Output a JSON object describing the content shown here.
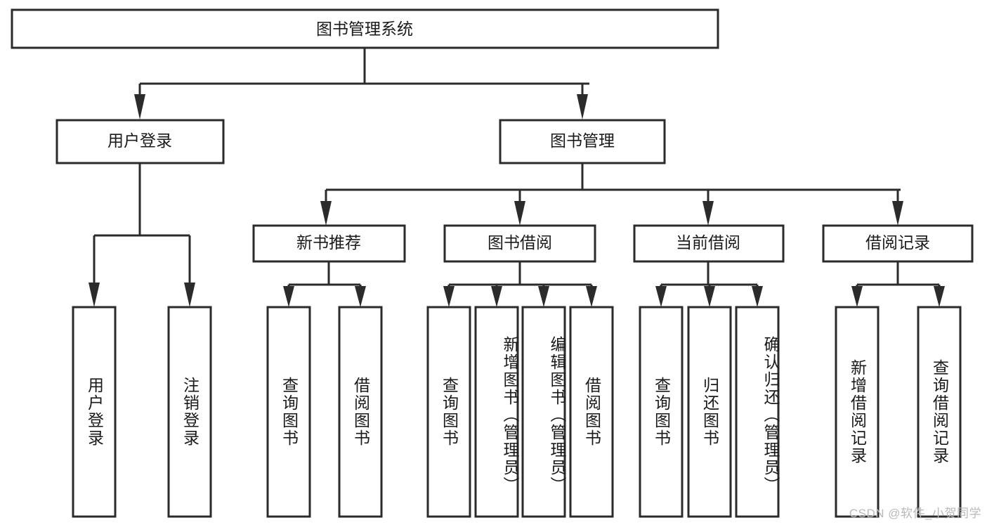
{
  "diagram": {
    "title": "图书管理系统",
    "type": "hierarchy-tree",
    "root": {
      "id": "root",
      "label": "图书管理系统"
    },
    "level2": [
      {
        "id": "user-login",
        "label": "用户登录"
      },
      {
        "id": "book-manage",
        "label": "图书管理"
      }
    ],
    "level3": [
      {
        "id": "new-book-recommend",
        "label": "新书推荐",
        "parent": "book-manage"
      },
      {
        "id": "book-borrow",
        "label": "图书借阅",
        "parent": "book-manage"
      },
      {
        "id": "current-borrow",
        "label": "当前借阅",
        "parent": "book-manage"
      },
      {
        "id": "borrow-record",
        "label": "借阅记录",
        "parent": "book-manage"
      }
    ],
    "leaves": [
      {
        "id": "leaf-user-login",
        "label": "用户登录",
        "parent": "user-login"
      },
      {
        "id": "leaf-user-logout",
        "label": "注销登录",
        "parent": "user-login"
      },
      {
        "id": "leaf-query-book-1",
        "label": "查询图书",
        "parent": "new-book-recommend"
      },
      {
        "id": "leaf-borrow-book-1",
        "label": "借阅图书",
        "parent": "new-book-recommend"
      },
      {
        "id": "leaf-query-book-2",
        "label": "查询图书",
        "parent": "book-borrow"
      },
      {
        "id": "leaf-add-book",
        "label": "新增图书（管理员）",
        "parent": "book-borrow"
      },
      {
        "id": "leaf-edit-book",
        "label": "编辑图书（管理员）",
        "parent": "book-borrow"
      },
      {
        "id": "leaf-borrow-book-2",
        "label": "借阅图书",
        "parent": "book-borrow"
      },
      {
        "id": "leaf-query-book-3",
        "label": "查询图书",
        "parent": "current-borrow"
      },
      {
        "id": "leaf-return-book",
        "label": "归还图书",
        "parent": "current-borrow"
      },
      {
        "id": "leaf-confirm-return",
        "label": "确认归还（管理员）",
        "parent": "current-borrow"
      },
      {
        "id": "leaf-add-record",
        "label": "新增借阅记录",
        "parent": "borrow-record"
      },
      {
        "id": "leaf-query-record",
        "label": "查询借阅记录",
        "parent": "borrow-record"
      }
    ],
    "colors": {
      "background": "#ffffff",
      "box_fill": "#ffffff",
      "box_stroke": "#2b2b2b",
      "connector": "#2b2b2b",
      "text": "#1a1a1a",
      "watermark": "#b9b9b9"
    }
  },
  "watermark": {
    "text": "CSDN @软件_小贺同学"
  }
}
